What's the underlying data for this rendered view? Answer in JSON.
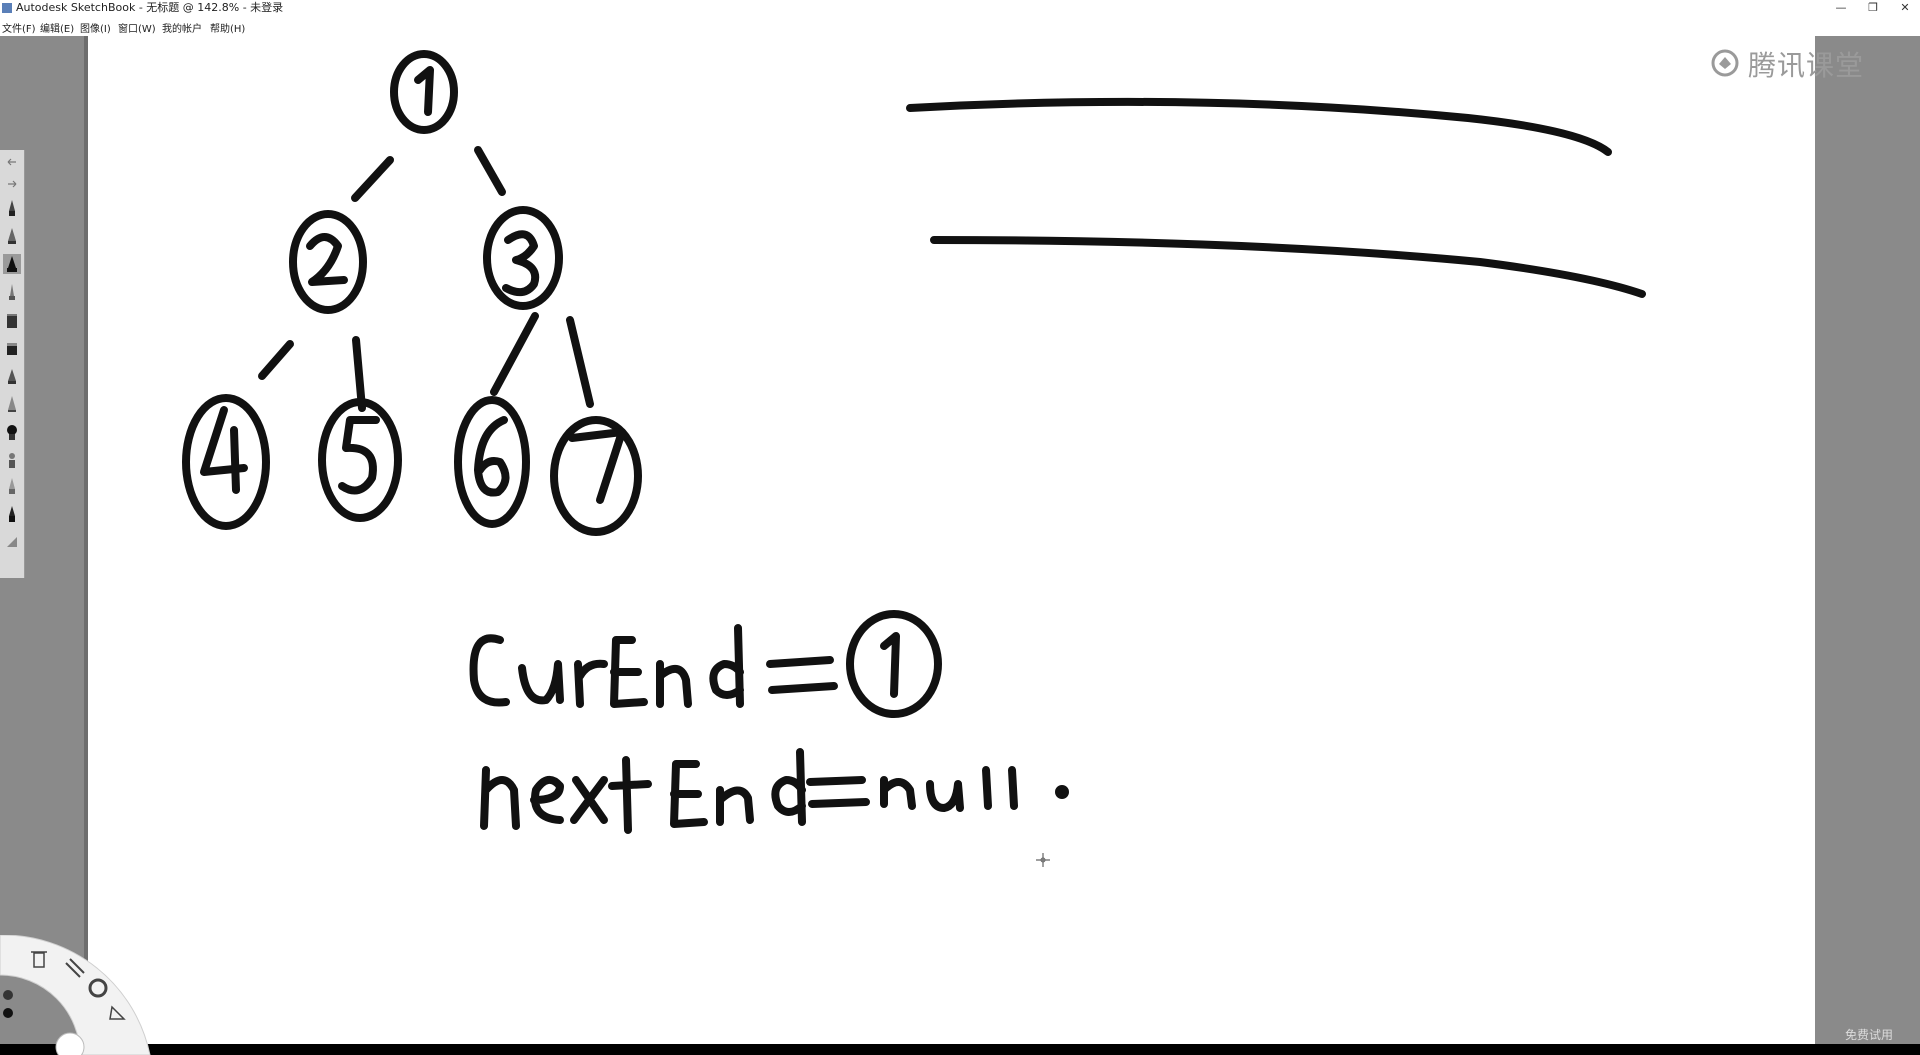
{
  "window": {
    "title": "Autodesk SketchBook - 无标题 @ 142.8% - 未登录",
    "controls": [
      "—",
      "❐",
      "✕"
    ]
  },
  "menu": [
    {
      "label": "文件(F)"
    },
    {
      "label": "编辑(E)"
    },
    {
      "label": "图像(I)"
    },
    {
      "label": "窗口(W)"
    },
    {
      "label": "我的帐户"
    },
    {
      "label": "帮助(H)"
    }
  ],
  "toolbar": {
    "tools": [
      "undo-icon",
      "redo-icon",
      "pencil-icon",
      "airbrush-icon",
      "ballpoint-pen-icon",
      "paintbrush-icon",
      "marker-icon",
      "eraser-icon",
      "chisel-marker-icon",
      "technical-pen-icon",
      "blender-icon",
      "smear-icon",
      "fill-pen-icon",
      "ink-pen-icon",
      "ruler-icon"
    ],
    "active_index": 4
  },
  "watermark": {
    "text": "腾讯课堂"
  },
  "footer": {
    "free_trial": "免费试用"
  },
  "colors": {
    "canvas": "#ffffff",
    "gutter": "#8a8a8a",
    "ink": "#111111",
    "watermark": "#9a9a9a"
  },
  "canvas_content": {
    "tree_nodes": [
      "1",
      "2",
      "3",
      "4",
      "5",
      "6",
      "7"
    ],
    "handwriting": [
      "CurEnd = ①",
      "nextEnd = null ."
    ]
  }
}
